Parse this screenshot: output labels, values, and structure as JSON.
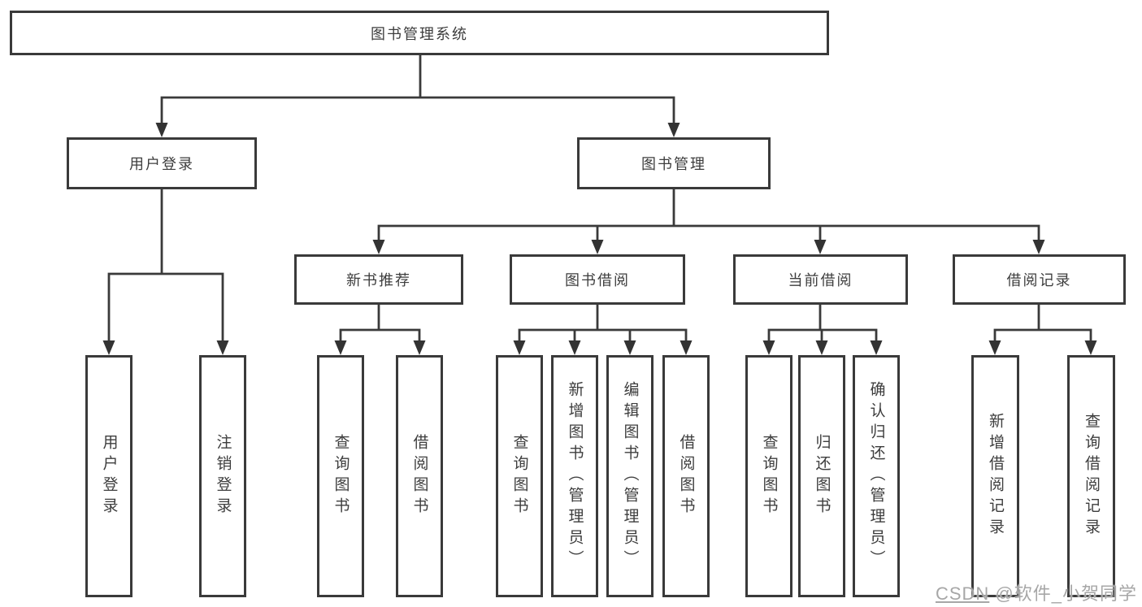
{
  "diagram": {
    "root": {
      "label": "图书管理系统"
    },
    "branches": [
      {
        "label": "用户登录",
        "children": [
          {
            "label": "用户登录"
          },
          {
            "label": "注销登录"
          }
        ]
      },
      {
        "label": "图书管理",
        "children": [
          {
            "label": "新书推荐",
            "children": [
              {
                "label": "查询图书"
              },
              {
                "label": "借阅图书"
              }
            ]
          },
          {
            "label": "图书借阅",
            "children": [
              {
                "label": "查询图书"
              },
              {
                "label": "新增图书（管理员）"
              },
              {
                "label": "编辑图书（管理员）"
              },
              {
                "label": "借阅图书"
              }
            ]
          },
          {
            "label": "当前借阅",
            "children": [
              {
                "label": "查询图书"
              },
              {
                "label": "归还图书"
              },
              {
                "label": "确认归还（管理员）"
              }
            ]
          },
          {
            "label": "借阅记录",
            "children": [
              {
                "label": "新增借阅记录"
              },
              {
                "label": "查询借阅记录"
              }
            ]
          }
        ]
      }
    ],
    "colors": {
      "line": "#3a3a3a",
      "text": "#3d3d3d",
      "watermark": "#a7a7a7",
      "background": "#ffffff"
    }
  },
  "watermark": {
    "prefix": "CSDN",
    "rest": " @软件_小贺同学"
  }
}
